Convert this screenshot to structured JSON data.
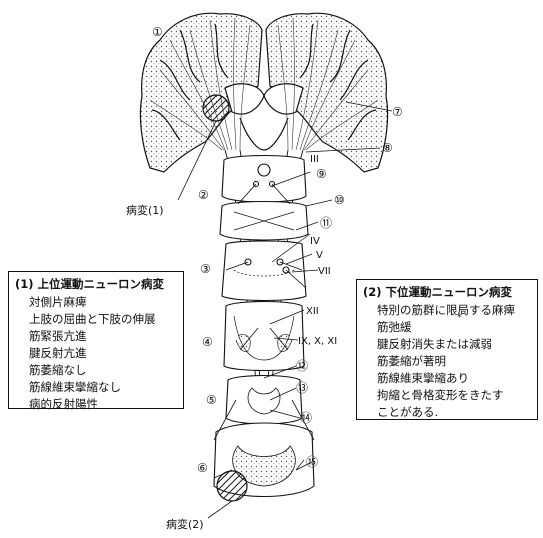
{
  "circled_numbers": [
    "①",
    "②",
    "③",
    "④",
    "⑤",
    "⑥",
    "⑦",
    "⑧",
    "⑨",
    "⑩",
    "⑪",
    "⑫",
    "⑬",
    "⑭",
    "⑮"
  ],
  "nerve_labels": [
    "III",
    "IV",
    "V",
    "VII",
    "XII",
    "IX, X, XI"
  ],
  "lesion_labels": {
    "upper": "病変(1)",
    "lower": "病変(2)"
  },
  "upper_box": {
    "title": "(1) 上位運動ニューロン病変",
    "items": [
      "対側片麻痺",
      "上肢の屈曲と下肢の伸展",
      "筋緊張亢進",
      "腱反射亢進",
      "筋萎縮なし",
      "筋線維束攣縮なし",
      "病的反射陽性"
    ]
  },
  "lower_box": {
    "title": "(2) 下位運動ニューロン病変",
    "items": [
      "特別の筋群に限局する麻痺",
      "筋弛緩",
      "腱反射消失または減弱",
      "筋萎縮が著明",
      "筋線維束攣縮あり",
      "拘縮と骨格変形をきたす",
      "ことがある."
    ],
    "asterisk": "*"
  }
}
